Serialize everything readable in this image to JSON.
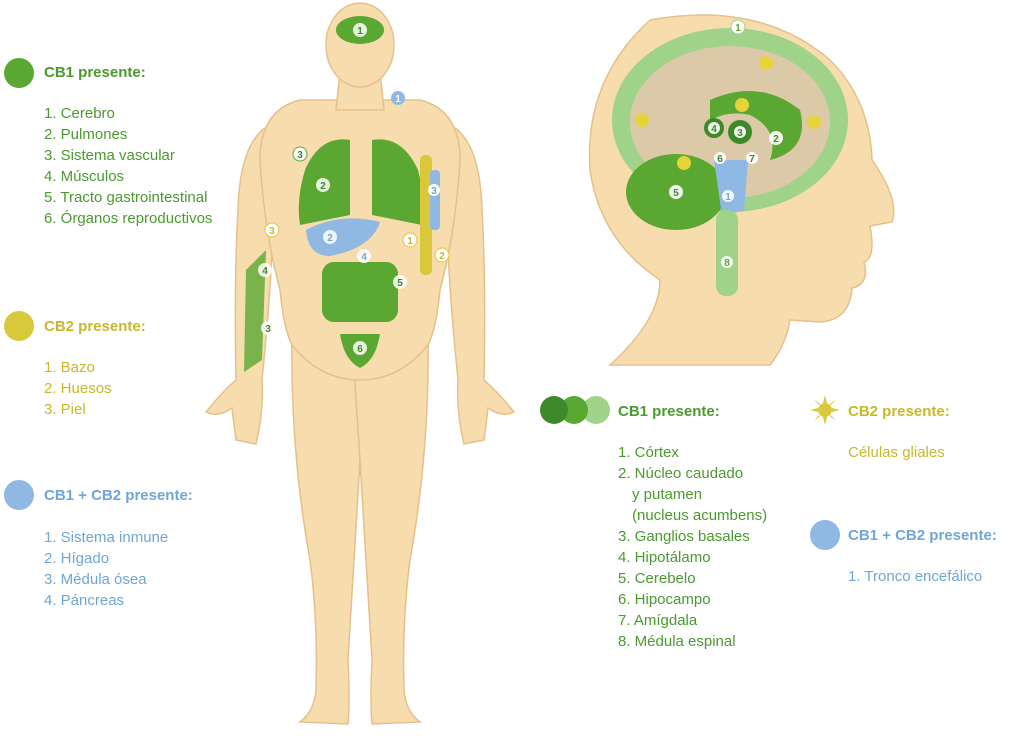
{
  "colors": {
    "green": "#5aa832",
    "dark_green": "#3e8a2a",
    "light_green": "#9fd38a",
    "yellow": "#d9c83a",
    "blue": "#8fb8e3",
    "skin": "#f7dcae",
    "skin_line": "#e5c08a"
  },
  "body_legend": {
    "cb1": {
      "title": "CB1 presente:",
      "items": [
        "1. Cerebro",
        "2. Pulmones",
        "3. Sistema vascular",
        "4. Músculos",
        "5. Tracto gastrointestinal",
        "6. Órganos reproductivos"
      ]
    },
    "cb2": {
      "title": "CB2 presente:",
      "items": [
        "1. Bazo",
        "2. Huesos",
        "3. Piel"
      ]
    },
    "cb1cb2": {
      "title": "CB1 + CB2 presente:",
      "items": [
        "1. Sistema inmune",
        "2. Hígado",
        "3. Médula ósea",
        "4. Páncreas"
      ]
    }
  },
  "brain_legend": {
    "cb1": {
      "title": "CB1 presente:",
      "items": [
        "1. Córtex",
        "2. Núcleo caudado",
        "y putamen",
        "(nucleus acumbens)",
        "3. Ganglios basales",
        "4. Hipotálamo",
        "5. Cerebelo",
        "6. Hipocampo",
        "7. Amígdala",
        "8. Médula espinal"
      ]
    },
    "cb2": {
      "title": "CB2 presente:",
      "items": [
        "Células gliales"
      ]
    },
    "cb1cb2": {
      "title": "CB1 + CB2 presente:",
      "items": [
        "1. Tronco encefálico"
      ]
    }
  },
  "markers": {
    "m1": "1",
    "m2": "2",
    "m3": "3",
    "m4": "4",
    "m5": "5",
    "m6": "6",
    "m7": "7",
    "m8": "8"
  }
}
